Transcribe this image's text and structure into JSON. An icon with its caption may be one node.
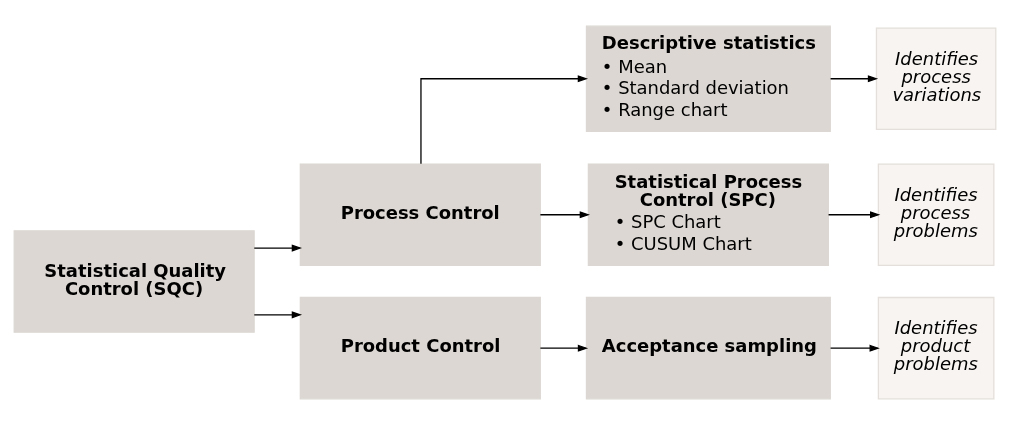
{
  "diagram": {
    "nodes": [
      {
        "text": [
          "Statistical Quality Control (SQC)"
        ]
      },
      {
        "text": [
          "Process Control"
        ]
      },
      {
        "text": [
          "Product Control"
        ]
      },
      {
        "text": [
          "Descriptive statistics",
          "• Mean",
          "• Standard deviation",
          "• Range chart"
        ]
      },
      {
        "text": [
          "Statistical Process Control (SPC)",
          "• SPC Chart",
          "• CUSUM Chart"
        ]
      },
      {
        "text": [
          "Acceptance sampling"
        ]
      },
      {
        "text": [
          "Identifies process variations"
        ]
      },
      {
        "text": [
          "Identifies process problems"
        ]
      },
      {
        "text": [
          "Identifies product problems"
        ]
      }
    ],
    "edges": [
      {
        "from": 0,
        "to": 1,
        "arrow": "to"
      },
      {
        "from": 0,
        "to": 2,
        "arrow": "to"
      },
      {
        "from": 1,
        "to": 3,
        "arrow": "to"
      },
      {
        "from": 1,
        "to": 4,
        "arrow": "to"
      },
      {
        "from": 2,
        "to": 5,
        "arrow": "to"
      },
      {
        "from": 3,
        "to": 6,
        "arrow": "to"
      },
      {
        "from": 4,
        "to": 7,
        "arrow": "to"
      },
      {
        "from": 5,
        "to": 8,
        "arrow": "to"
      }
    ]
  }
}
